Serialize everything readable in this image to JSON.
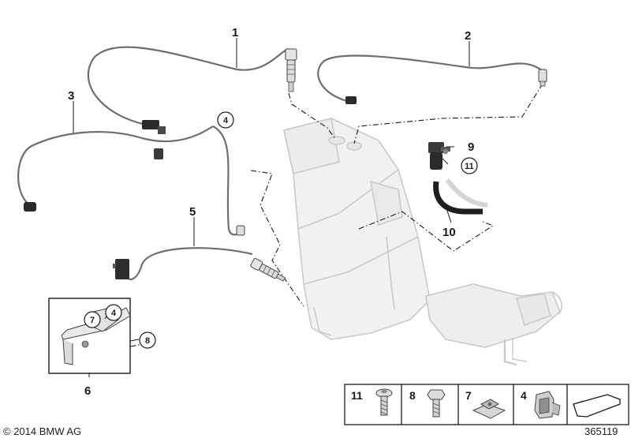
{
  "callouts": {
    "c1": "1",
    "c2": "2",
    "c3": "3",
    "c4": "4",
    "c5": "5",
    "c6": "6",
    "c7": "7",
    "c8": "8",
    "c9": "9",
    "c10": "10",
    "c11": "11"
  },
  "legend": [
    {
      "number": "11",
      "icon": "screw-icon"
    },
    {
      "number": "8",
      "icon": "hex-bolt-icon"
    },
    {
      "number": "7",
      "icon": "nut-clip-icon"
    },
    {
      "number": "4",
      "icon": "spring-clip-icon"
    },
    {
      "number": "",
      "icon": "arrow-icon"
    }
  ],
  "footer": {
    "copyright": "© 2014 BMW AG",
    "doc_number": "365119"
  }
}
